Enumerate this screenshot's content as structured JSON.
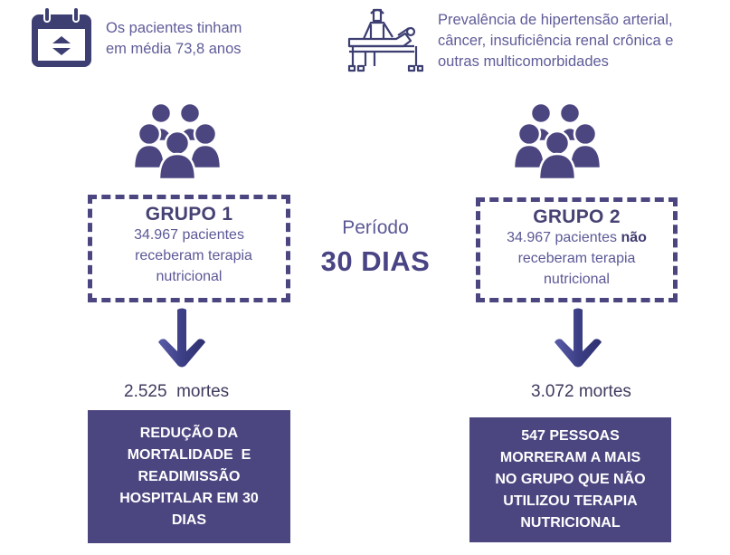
{
  "header": {
    "age_stat": {
      "icon": "calendar-icon",
      "line1": "Os pacientes tinham",
      "line2": "em média 73,8 anos"
    },
    "comorbidities": {
      "icon": "patient-bed-icon",
      "line1": "Prevalência de hipertensão arterial,",
      "line2": "câncer, insuficiência renal crônica e",
      "line3": "outras multicomorbidades"
    }
  },
  "period": {
    "label": "Período",
    "value": "30 DIAS"
  },
  "groups": [
    {
      "icon": "people-group-icon",
      "title": "GRUPO 1",
      "desc_line1": "34.967 pacientes",
      "desc_line2": "receberam terapia",
      "desc_line3": "nutricional",
      "deaths": "2.525  mortes",
      "result": [
        "REDUÇÃO DA",
        "MORTALIDADE  E",
        "READIMISSÃO",
        "HOSPITALAR EM 30",
        "DIAS"
      ]
    },
    {
      "icon": "people-group-icon",
      "title": "GRUPO 2",
      "desc_line1_prefix": "34.967 pacientes ",
      "desc_line1_bold": "não",
      "desc_line2": "receberam terapia",
      "desc_line3": "nutricional",
      "deaths": "3.072 mortes",
      "result": [
        "547 PESSOAS",
        "MORRERAM A MAIS",
        "NO GRUPO QUE NÃO",
        "UTILIZOU TERAPIA",
        "NUTRICIONAL"
      ]
    }
  ],
  "colors": {
    "primary": "#4b4680",
    "text": "#5b5896",
    "arrow": "#3d3f86"
  }
}
